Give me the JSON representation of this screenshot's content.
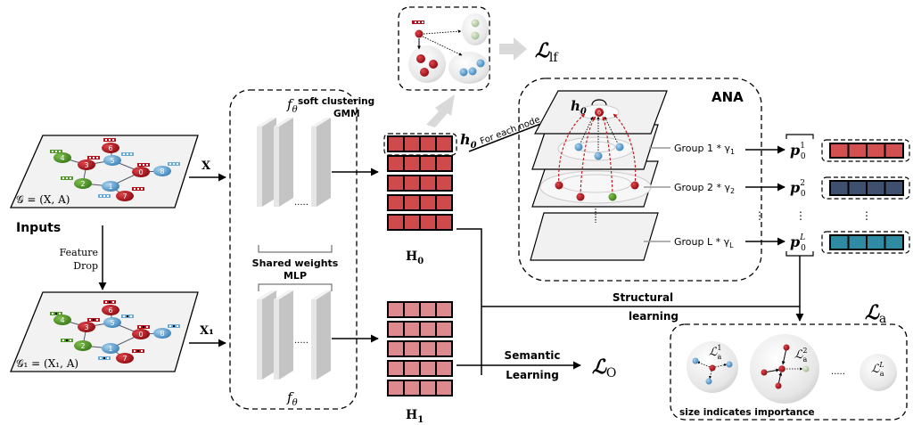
{
  "colors": {
    "node_red": "#b3121b",
    "node_blue": "#6aaad6",
    "node_green": "#4f9a2a",
    "h0_cell": "#cf4b4b",
    "h1_cell": "#dc8a8e",
    "p1_cell": "#d2504f",
    "p2_cell": "#3f4f6e",
    "pL_cell": "#2f8aa3",
    "plane_fill": "#f1f1f1",
    "edge_red_dashed": "#c0141b"
  },
  "inputs": {
    "graph_label": "𝒢 = (X, A)",
    "graph_aug_label": "𝒢₁ = (X₁, A)",
    "title": "Inputs",
    "feature_drop_line1": "Feature",
    "feature_drop_line2": "Drop",
    "arrow_x_label": "X",
    "arrow_x1_label": "X₁",
    "nodes": [
      {
        "id": "0",
        "color": "red"
      },
      {
        "id": "1",
        "color": "blue"
      },
      {
        "id": "2",
        "color": "green"
      },
      {
        "id": "3",
        "color": "red"
      },
      {
        "id": "4",
        "color": "green"
      },
      {
        "id": "5",
        "color": "blue"
      },
      {
        "id": "6",
        "color": "red"
      },
      {
        "id": "7",
        "color": "red"
      },
      {
        "id": "8",
        "color": "blue"
      }
    ]
  },
  "encoder": {
    "top_label": "f",
    "top_label_sub": "θ",
    "bottom_label": "f",
    "bottom_label_sub": "θ",
    "shared_line1": "Shared weights",
    "shared_line2": "MLP",
    "ellipsis": "....."
  },
  "embeddings": {
    "h0_matrix_label": "H",
    "h0_matrix_sub": "0",
    "h1_matrix_label": "H",
    "h1_matrix_sub": "1",
    "row_label": "h",
    "row_label_sub": "0",
    "for_each_node": "For each node"
  },
  "clustering": {
    "label_line1": "soft clustering",
    "label_line2": "GMM",
    "loss_symbol": "ℒ",
    "loss_sub": "lf"
  },
  "ana": {
    "title": "ANA",
    "center_node": "0",
    "center_label": "h",
    "center_label_sub": "0",
    "groups": [
      {
        "label": "Group 1 * γ",
        "sub": "1",
        "p_sup": "1"
      },
      {
        "label": "Group 2 * γ",
        "sub": "2",
        "p_sup": "2"
      },
      {
        "label": "Group L * γ",
        "sub": "L",
        "p_sup": "L"
      }
    ],
    "p_symbol": "p",
    "p_sub": "0",
    "vertical_ellipsis": "⋮"
  },
  "learning": {
    "structural_line1": "Structural",
    "structural_line2": "learning",
    "semantic_line1": "Semantic",
    "semantic_line2": "Learning",
    "loss_o_symbol": "ℒ",
    "loss_o_sub": "O",
    "loss_a_symbol": "ℒ",
    "loss_a_sub": "a"
  },
  "importance": {
    "caption": "size indicates importance",
    "loss_symbol": "ℒ",
    "loss_sub": "a",
    "items": [
      {
        "sup": "1"
      },
      {
        "sup": "2"
      },
      {
        "sup": "L"
      }
    ],
    "ellipsis": "....."
  }
}
